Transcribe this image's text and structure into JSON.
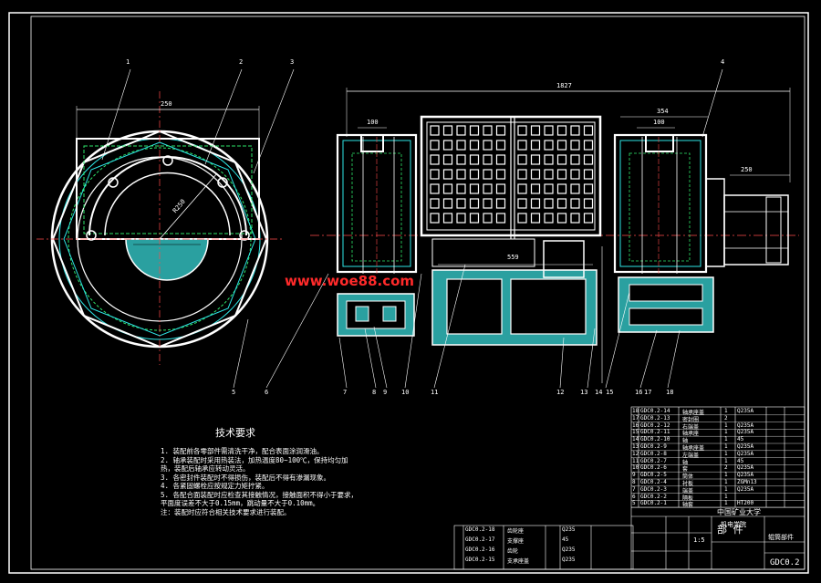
{
  "watermark": "www.woe88.com",
  "tech_requirements": {
    "title": "技术要求",
    "notes": [
      "1. 装配前各零部件需清洗干净，配合表面涂润滑油。",
      "2. 轴承装配时采用热装法，加热温度80~100℃，保持均匀加热，装配后轴承应转动灵活。",
      "3. 各密封件装配时不得损伤，装配后不得有渗漏现象。",
      "4. 各紧固螺栓应按规定力矩拧紧。",
      "5. 各配合面装配时应检查其接触情况，接触面积不得小于要求，平面度误差不大于0.15mm，跳动量不大于0.10mm。",
      "注：装配时应符合相关技术要求进行装配。"
    ]
  },
  "balloons": {
    "top": [
      "1",
      "2",
      "3",
      "4"
    ],
    "bottom": [
      "5",
      "6",
      "7",
      "8",
      "9",
      "10",
      "11",
      "12",
      "13",
      "14",
      "15",
      "16",
      "17",
      "18"
    ]
  },
  "dimensions": {
    "side_width": "250",
    "radius": "R250",
    "overall_length": "1827",
    "center_length": "559",
    "right_width": "354",
    "inner_100_left": "100",
    "inner_100_right": "100",
    "shaft_length": "250"
  },
  "bom_rows": [
    {
      "no": "18",
      "code": "GDC0.2-14",
      "name": "轴承座盖",
      "qty": "1",
      "mat": "Q235A"
    },
    {
      "no": "17",
      "code": "GDC0.2-13",
      "name": "密封圈",
      "qty": "2",
      "mat": ""
    },
    {
      "no": "16",
      "code": "GDC0.2-12",
      "name": "右端盖",
      "qty": "1",
      "mat": "Q235A"
    },
    {
      "no": "15",
      "code": "GDC0.2-11",
      "name": "轴承座",
      "qty": "1",
      "mat": "Q235A"
    },
    {
      "no": "14",
      "code": "GDC0.2-10",
      "name": "轴",
      "qty": "1",
      "mat": "45"
    },
    {
      "no": "13",
      "code": "GDC0.2-9",
      "name": "轴承座盖",
      "qty": "1",
      "mat": "Q235A"
    },
    {
      "no": "12",
      "code": "GDC0.2-8",
      "name": "左端盖",
      "qty": "1",
      "mat": "Q235A"
    },
    {
      "no": "11",
      "code": "GDC0.2-7",
      "name": "轴",
      "qty": "1",
      "mat": "45"
    },
    {
      "no": "10",
      "code": "GDC0.2-6",
      "name": "套",
      "qty": "2",
      "mat": "Q235A"
    },
    {
      "no": "9",
      "code": "GDC0.2-5",
      "name": "筒体",
      "qty": "1",
      "mat": "Q235A"
    },
    {
      "no": "8",
      "code": "GDC0.2-4",
      "name": "衬板",
      "qty": "1",
      "mat": "ZGMn13"
    },
    {
      "no": "7",
      "code": "GDC0.2-3",
      "name": "端盖",
      "qty": "1",
      "mat": "Q235A"
    },
    {
      "no": "6",
      "code": "GDC0.2-2",
      "name": "隔板",
      "qty": "1",
      "mat": ""
    },
    {
      "no": "5",
      "code": "GDC0.2-1",
      "name": "轴套",
      "qty": "1",
      "mat": "HT200"
    }
  ],
  "lower_rows": [
    {
      "code": "GDC0.2-18",
      "name": "齿轮座",
      "mat": "Q235"
    },
    {
      "code": "GDC0.2-17",
      "name": "支撑座",
      "mat": "45"
    },
    {
      "code": "GDC0.2-16",
      "name": "齿轮",
      "mat": "Q235"
    },
    {
      "code": "GDC0.2-15",
      "name": "支承座盖",
      "mat": "Q235"
    }
  ],
  "title_block": {
    "school": "中国矿业大学",
    "dept": "机电学院",
    "drawing_name": "部  件",
    "part_name": "辊筒部件",
    "drawing_no": "GDC0.2",
    "scale": "1:5"
  }
}
